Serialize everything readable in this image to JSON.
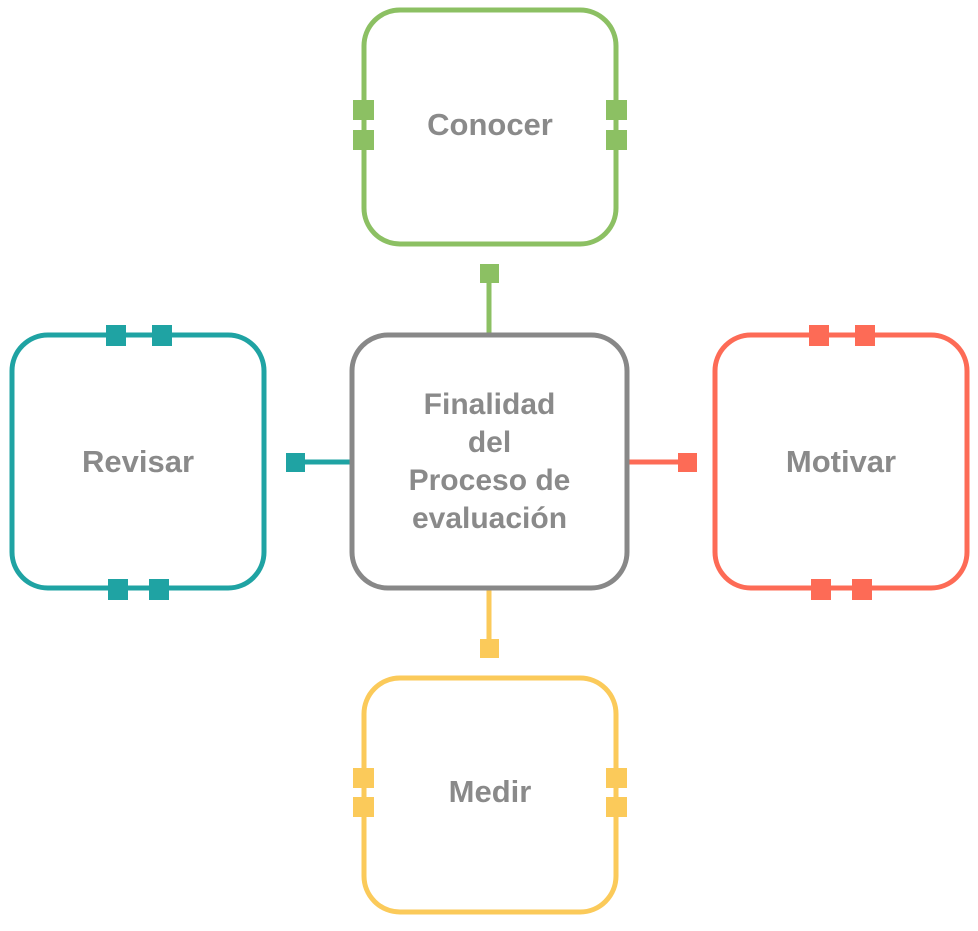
{
  "center": {
    "lines": [
      "Finalidad",
      "del",
      "Proceso de",
      "evaluación"
    ]
  },
  "nodes": {
    "top": {
      "label": "Conocer"
    },
    "left": {
      "label": "Revisar"
    },
    "right": {
      "label": "Motivar"
    },
    "bottom": {
      "label": "Medir"
    }
  },
  "colors": {
    "center": "#888888",
    "top": "#8cc063",
    "left": "#1fa3a3",
    "right": "#fd6b56",
    "bottom": "#fbca5a",
    "text": "#8a8a8a"
  }
}
